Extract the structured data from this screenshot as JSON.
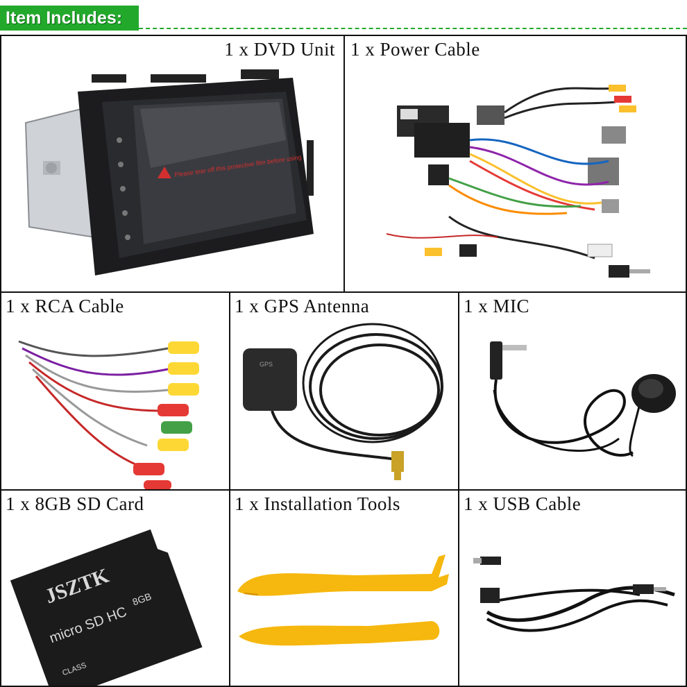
{
  "header": {
    "title": "Item Includes:",
    "accent": "#22a92c"
  },
  "items": [
    {
      "label": "1 x DVD Unit"
    },
    {
      "label": "1 x Power Cable"
    },
    {
      "label": "1 x RCA Cable"
    },
    {
      "label": "1 x GPS Antenna"
    },
    {
      "label": "1 x MIC"
    },
    {
      "label": "1 x 8GB SD Card"
    },
    {
      "label": "1 x Installation Tools"
    },
    {
      "label": "1 x USB Cable"
    }
  ],
  "dvd_screen": {
    "film_text": "Please tear off this protective film before using"
  },
  "sd_card": {
    "brand": "JSZTK",
    "logo": "micro SD HC",
    "capacity": "8GB",
    "class": "CLASS"
  },
  "gps": {
    "badge": "GPS"
  }
}
